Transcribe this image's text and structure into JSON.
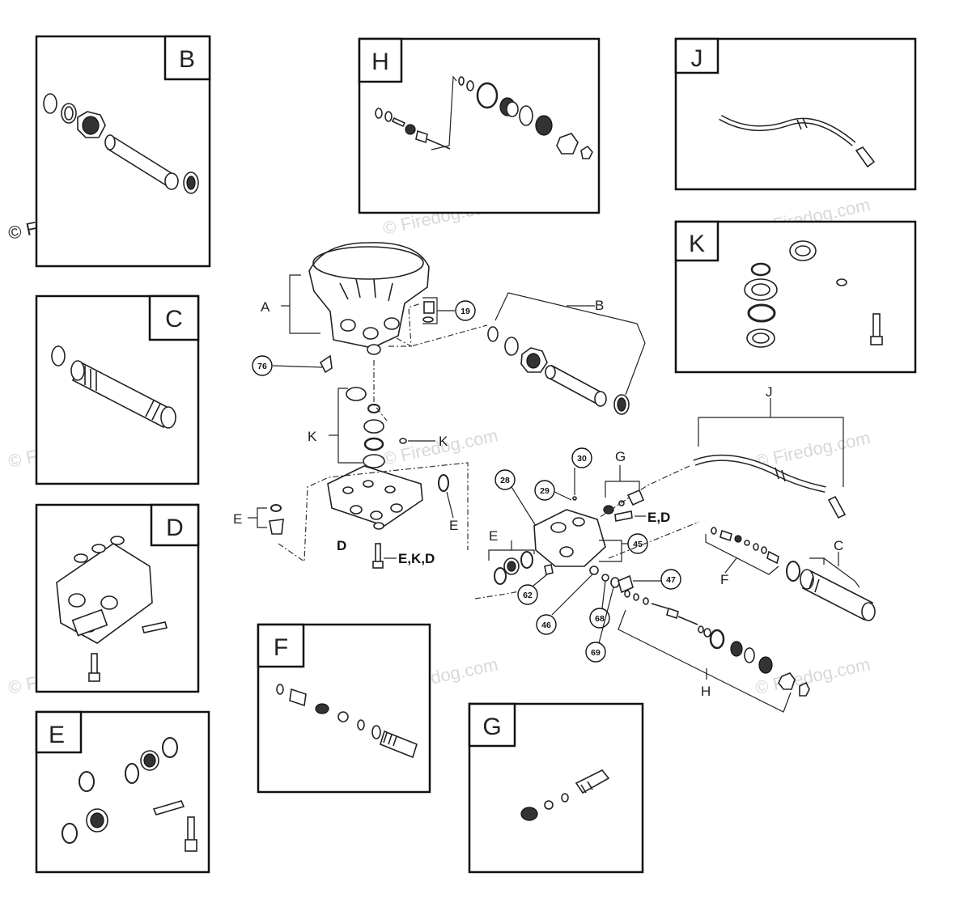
{
  "watermark": {
    "copyright": "©",
    "text": "Firedog.com"
  },
  "insets": {
    "B": "B",
    "H": "H",
    "J": "J",
    "C": "C",
    "K": "K",
    "D": "D",
    "F": "F",
    "E": "E",
    "G": "G"
  },
  "callouts": {
    "c19": "19",
    "c76": "76",
    "c30": "30",
    "c29": "29",
    "c28": "28",
    "c45": "45",
    "c47": "47",
    "c62": "62",
    "c46": "46",
    "c68": "68",
    "c69": "69"
  },
  "labels": {
    "A": "A",
    "B": "B",
    "K1": "K",
    "K2": "K",
    "E1": "E",
    "E2": "E",
    "D": "D",
    "EKD": "E,K,D",
    "J": "J",
    "G": "G",
    "ED": "E,D",
    "E3": "E",
    "C": "C",
    "F": "F",
    "H": "H"
  }
}
